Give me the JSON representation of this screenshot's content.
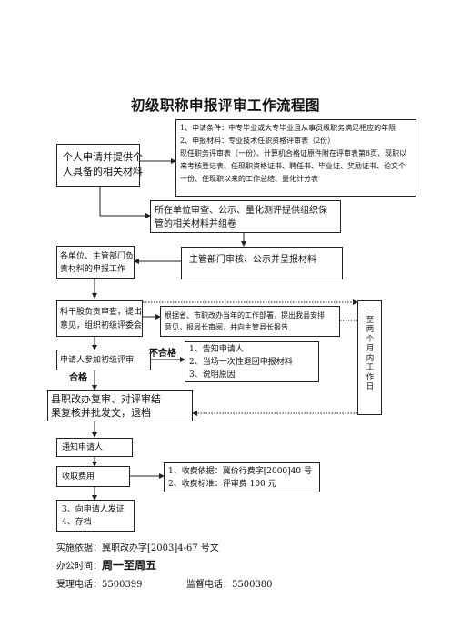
{
  "title": "初级职称申报评审工作流程图",
  "nodes": {
    "applicant_materials": [
      "个人申请并提供个",
      "人具备的相关材料"
    ],
    "conditions": [
      "1、申请条件：中专毕业或大专毕业且从事员级职务满足相应的年限",
      "2、申报材料：专业技术任职资格评审表（2份）",
      "现任职务评审表（一份）、计算机合格证原件附在评审表第8页、现职以",
      "来考核登记表、任现职资格证书、聘任书、毕业证、奖励证书、论文个",
      "一份、任现职以来的工作总结、量化计分表"
    ],
    "unit_review": [
      "所在单位审查、公示、量化测评提供组织保",
      "管的相关材料并组卷"
    ],
    "dept_submit": [
      "各单位、主管部门负",
      "责材料的申报工作"
    ],
    "dept_review": "主管部门审核、公示并呈报材料",
    "section_review": [
      "科干股负责审查，提出",
      "意见，组织初级评委会"
    ],
    "schedule_note": [
      "根据省、市职改办当年的工作部署，提出我县安排",
      "意见，报局长审阅，并向主管县长报告"
    ],
    "side_note": "一至两个月内工作日",
    "participate": "申请人参加初级评审",
    "fail_label": "不合格",
    "fail_actions": [
      "1、告知申请人",
      "2、当场一次性退回申报材料",
      "3、说明原因"
    ],
    "pass_label": "合格",
    "county_review": [
      "县职改办复审、对评审结",
      "果复核并批发文，退档"
    ],
    "notify": "通知申请人",
    "collect_fee": "收取费用",
    "fee_info": [
      "1、收费依据：冀价行费字[2000]40 号",
      "2、收费标准：评审费 100 元"
    ],
    "certificate": [
      "3、向申请人发证",
      "4、存档"
    ]
  },
  "footer": {
    "basis_label": "实施依据：",
    "basis_value": "冀职改办字[2003]4-67 号文",
    "hours_label": "办公时间：",
    "hours_value": "周一至周五",
    "phone_label": "受理电话：",
    "phone_value": "5500399",
    "supervise_label": "监督电话：",
    "supervise_value": "5500380"
  }
}
